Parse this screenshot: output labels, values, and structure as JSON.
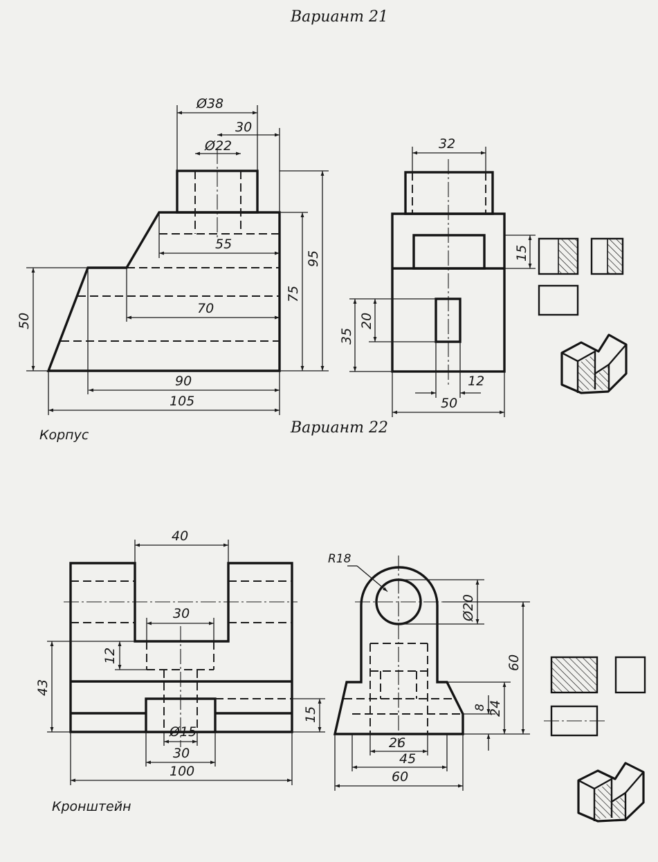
{
  "variant21": {
    "title": "Вариант 21",
    "part_name": "Корпус",
    "dims": {
      "d38": "Ø38",
      "d30": "30",
      "d22": "Ø22",
      "d55": "55",
      "d70": "70",
      "d50": "50",
      "d75": "75",
      "d95": "95",
      "d90": "90",
      "d105": "105",
      "d32": "32",
      "d15": "15",
      "d20": "20",
      "d35": "35",
      "d12": "12",
      "d50b": "50"
    }
  },
  "variant22": {
    "title": "Вариант 22",
    "part_name": "Кронштейн",
    "dims": {
      "d40": "40",
      "d30": "30",
      "d12": "12",
      "d43": "43",
      "d15": "15",
      "d15dia": "Ø15",
      "d30b": "30",
      "d100": "100",
      "r18": "R18",
      "d20dia": "Ø20",
      "d60": "60",
      "d8": "8",
      "d24": "24",
      "d26": "26",
      "d45": "45",
      "d60b": "60"
    }
  },
  "colors": {
    "paper": "#f1f1ee",
    "ink": "#141414"
  }
}
